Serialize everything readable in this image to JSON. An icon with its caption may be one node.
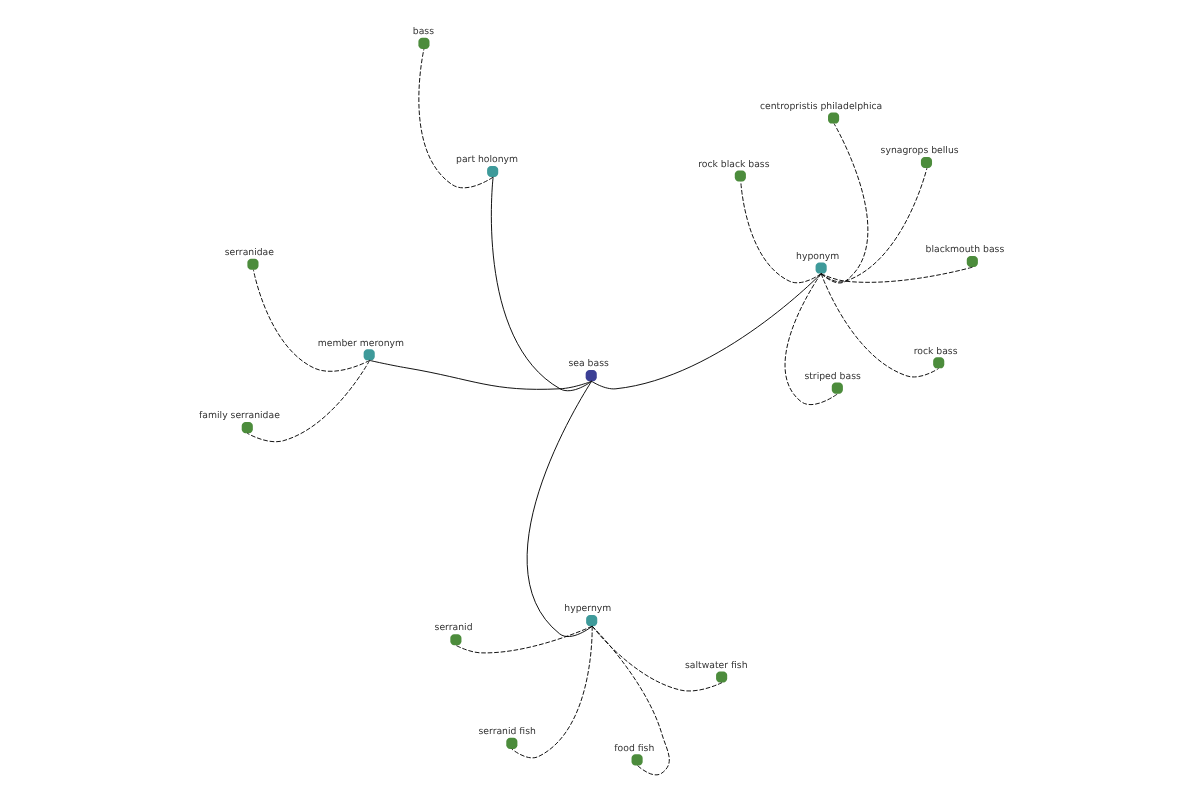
{
  "diagram": {
    "nodes": [
      {
        "text": [
          "sea bass"
        ]
      },
      {
        "text": [
          "part holonym"
        ]
      },
      {
        "text": [
          "hypernym"
        ]
      },
      {
        "text": [
          "member meronym"
        ]
      },
      {
        "text": [
          "hyponym"
        ]
      },
      {
        "text": [
          "bass"
        ]
      },
      {
        "text": [
          "serranid fish"
        ]
      },
      {
        "text": [
          "saltwater fish"
        ]
      },
      {
        "text": [
          "serranid"
        ]
      },
      {
        "text": [
          "food fish"
        ]
      },
      {
        "text": [
          "family serranidae"
        ]
      },
      {
        "text": [
          "serranidae"
        ]
      },
      {
        "text": [
          "blackmouth bass"
        ]
      },
      {
        "text": [
          "synagrops bellus"
        ]
      },
      {
        "text": [
          "centropristis philadelphica"
        ]
      },
      {
        "text": [
          "striped bass"
        ]
      },
      {
        "text": [
          "rock bass"
        ]
      },
      {
        "text": [
          "rock black bass"
        ]
      }
    ],
    "edges": [
      {
        "from": 0,
        "to": 1,
        "arrow": "none"
      },
      {
        "from": 0,
        "to": 2,
        "arrow": "none"
      },
      {
        "from": 0,
        "to": 3,
        "arrow": "none"
      },
      {
        "from": 0,
        "to": 4,
        "arrow": "none"
      },
      {
        "from": 1,
        "to": 5,
        "arrow": "none",
        "style": "dashed"
      },
      {
        "from": 2,
        "to": 6,
        "arrow": "none",
        "style": "dashed"
      },
      {
        "from": 2,
        "to": 7,
        "arrow": "none",
        "style": "dashed"
      },
      {
        "from": 2,
        "to": 8,
        "arrow": "none",
        "style": "dashed"
      },
      {
        "from": 2,
        "to": 9,
        "arrow": "none",
        "style": "dashed"
      },
      {
        "from": 3,
        "to": 10,
        "arrow": "none",
        "style": "dashed"
      },
      {
        "from": 3,
        "to": 11,
        "arrow": "none",
        "style": "dashed"
      },
      {
        "from": 4,
        "to": 12,
        "arrow": "none",
        "style": "dashed"
      },
      {
        "from": 4,
        "to": 13,
        "arrow": "none",
        "style": "dashed"
      },
      {
        "from": 4,
        "to": 14,
        "arrow": "none",
        "style": "dashed"
      },
      {
        "from": 4,
        "to": 15,
        "arrow": "none",
        "style": "dashed"
      },
      {
        "from": 4,
        "to": 16,
        "arrow": "none",
        "style": "dashed"
      },
      {
        "from": 4,
        "to": 17,
        "arrow": "none",
        "style": "dashed"
      }
    ]
  }
}
